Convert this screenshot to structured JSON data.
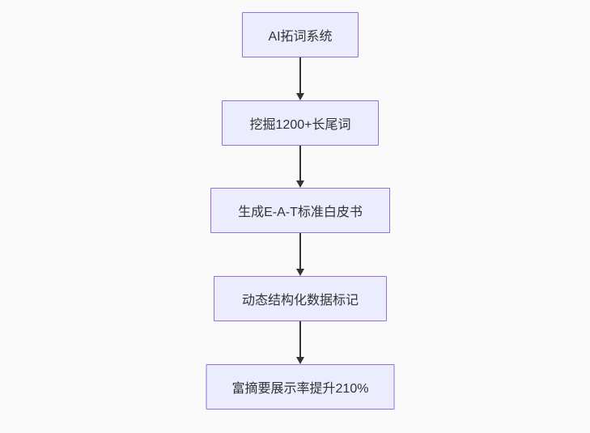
{
  "flowchart": {
    "type": "flowchart-top-down",
    "nodes": [
      {
        "label": "AI拓词系统"
      },
      {
        "label": "挖掘1200+长尾词"
      },
      {
        "label": "生成E-A-T标准白皮书"
      },
      {
        "label": "动态结构化数据标记"
      },
      {
        "label": "富摘要展示率提升210%"
      }
    ],
    "edges": [
      {
        "from": 0,
        "to": 1
      },
      {
        "from": 1,
        "to": 2
      },
      {
        "from": 2,
        "to": 3
      },
      {
        "from": 3,
        "to": 4
      }
    ]
  },
  "colors": {
    "background": "#FAFAFA",
    "node_fill": "#ECECFF",
    "node_border": "#9370DB",
    "arrow": "#333333",
    "text": "#333333"
  }
}
